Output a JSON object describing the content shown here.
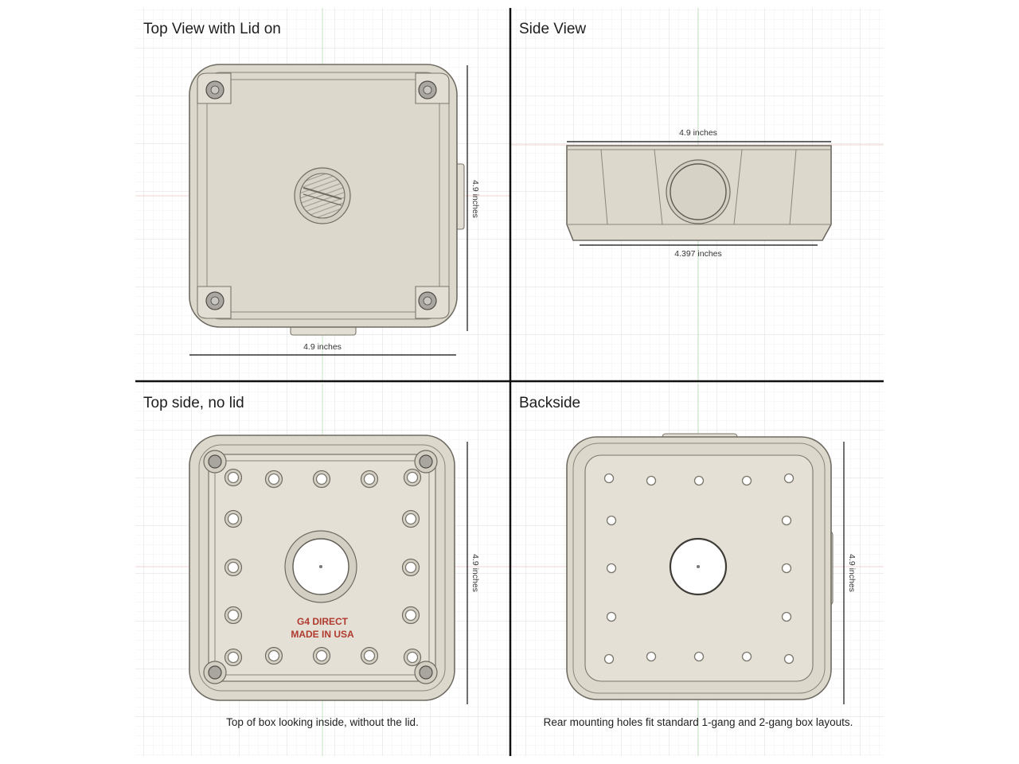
{
  "panels": {
    "top_lid": {
      "title": "Top View with Lid on",
      "dim_height": "4.9 inches",
      "dim_width": "4.9 inches"
    },
    "side": {
      "title": "Side View",
      "dim_top": "4.9 inches",
      "dim_bottom": "4.397 inches"
    },
    "top_nolid": {
      "title": "Top side, no lid",
      "dim_height": "4.9 inches",
      "brand_line1": "G4 DIRECT",
      "brand_line2": "MADE IN USA",
      "caption": "Top of box looking inside, without the lid."
    },
    "back": {
      "title": "Backside",
      "dim_height": "4.9 inches",
      "caption": "Rear mounting holes fit standard 1-gang and 2-gang box layouts."
    }
  },
  "colors": {
    "box_fill": "#dcd8cc",
    "outline": "#6f6b62",
    "grid": "#e6e6e6",
    "brand_text": "#b03a2e",
    "divider": "#111111"
  }
}
